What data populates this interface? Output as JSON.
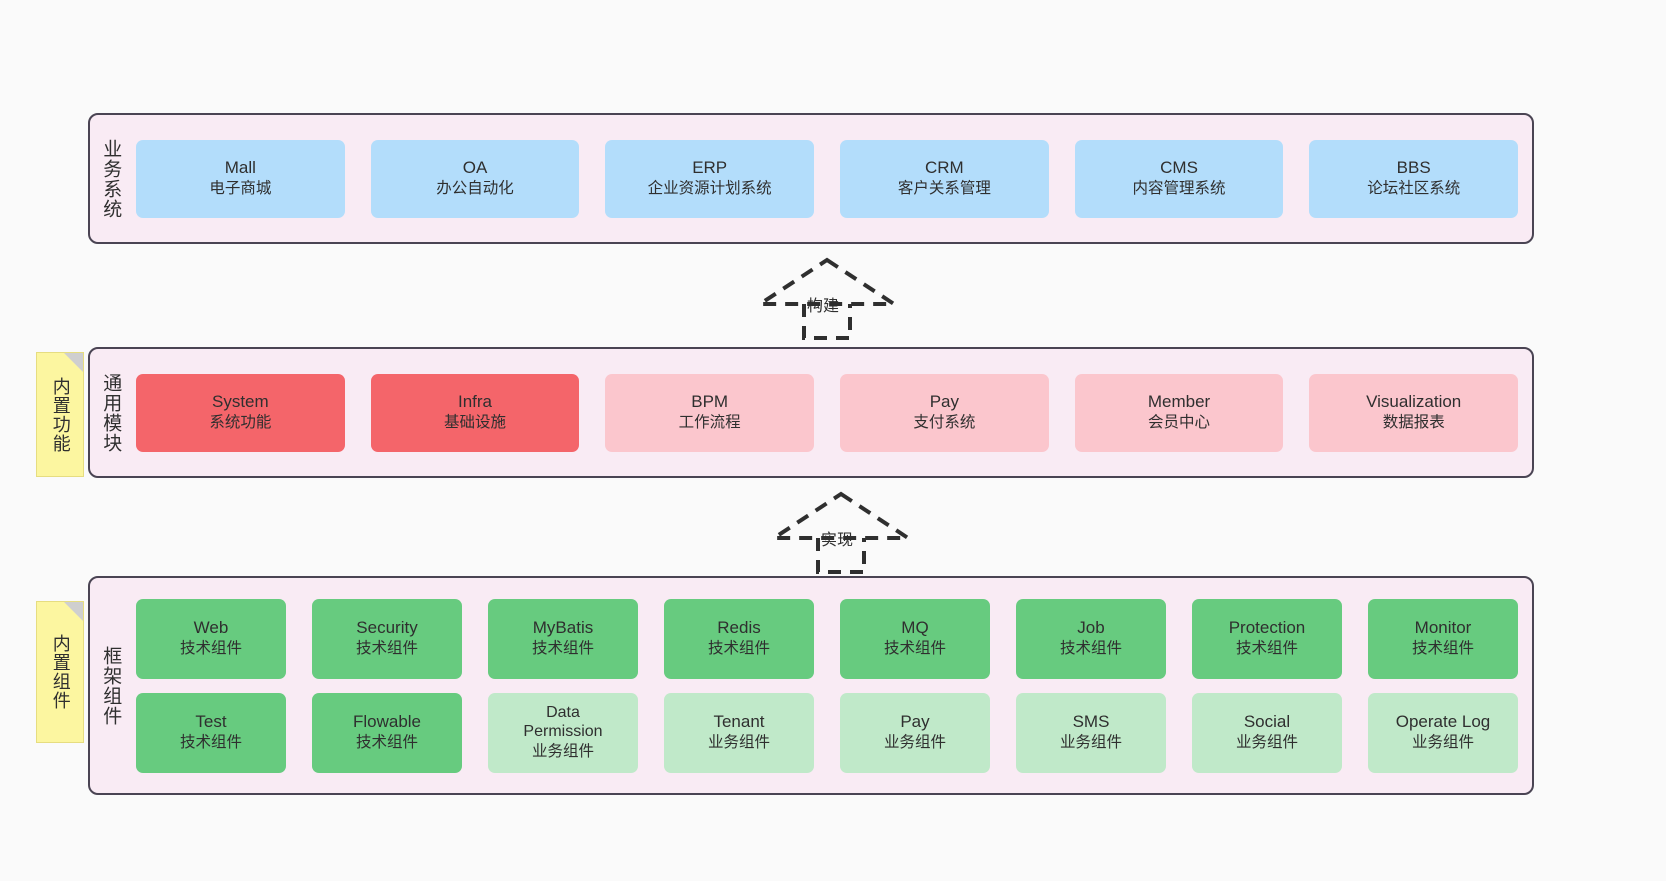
{
  "theme": {
    "background": "#fafafa",
    "panel_fill": "#f9ebf4",
    "panel_border": "#4a4453",
    "note_fill": "#fcf6a0",
    "blue": "#b3ddfb",
    "red": "#f4656a",
    "pink": "#fbc6cd",
    "green": "#67cb7f",
    "green_light": "#c0e9c9"
  },
  "notes": [
    {
      "text": "内置功能"
    },
    {
      "text": "内置组件"
    }
  ],
  "connectors": [
    {
      "label": "构建"
    },
    {
      "label": "实现"
    }
  ],
  "layers": [
    {
      "title": "业务系统",
      "rows": [
        {
          "cards": [
            {
              "en": "Mall",
              "cn": "电子商城",
              "color": "blue"
            },
            {
              "en": "OA",
              "cn": "办公自动化",
              "color": "blue"
            },
            {
              "en": "ERP",
              "cn": "企业资源计划系统",
              "color": "blue"
            },
            {
              "en": "CRM",
              "cn": "客户关系管理",
              "color": "blue"
            },
            {
              "en": "CMS",
              "cn": "内容管理系统",
              "color": "blue"
            },
            {
              "en": "BBS",
              "cn": "论坛社区系统",
              "color": "blue"
            }
          ]
        }
      ]
    },
    {
      "title": "通用模块",
      "rows": [
        {
          "cards": [
            {
              "en": "System",
              "cn": "系统功能",
              "color": "red"
            },
            {
              "en": "Infra",
              "cn": "基础设施",
              "color": "red"
            },
            {
              "en": "BPM",
              "cn": "工作流程",
              "color": "pink"
            },
            {
              "en": "Pay",
              "cn": "支付系统",
              "color": "pink"
            },
            {
              "en": "Member",
              "cn": "会员中心",
              "color": "pink"
            },
            {
              "en": "Visualization",
              "cn": "数据报表",
              "color": "pink"
            }
          ]
        }
      ]
    },
    {
      "title": "框架组件",
      "rows": [
        {
          "cards": [
            {
              "en": "Web",
              "cn": "技术组件",
              "color": "green"
            },
            {
              "en": "Security",
              "cn": "技术组件",
              "color": "green"
            },
            {
              "en": "MyBatis",
              "cn": "技术组件",
              "color": "green"
            },
            {
              "en": "Redis",
              "cn": "技术组件",
              "color": "green"
            },
            {
              "en": "MQ",
              "cn": "技术组件",
              "color": "green"
            },
            {
              "en": "Job",
              "cn": "技术组件",
              "color": "green"
            },
            {
              "en": "Protection",
              "cn": "技术组件",
              "color": "green"
            },
            {
              "en": "Monitor",
              "cn": "技术组件",
              "color": "green"
            }
          ]
        },
        {
          "cards": [
            {
              "en": "Test",
              "cn": "技术组件",
              "color": "green"
            },
            {
              "en": "Flowable",
              "cn": "技术组件",
              "color": "green"
            },
            {
              "en": "Data Permission",
              "cn": "业务组件",
              "color": "green-light"
            },
            {
              "en": "Tenant",
              "cn": "业务组件",
              "color": "green-light"
            },
            {
              "en": "Pay",
              "cn": "业务组件",
              "color": "green-light"
            },
            {
              "en": "SMS",
              "cn": "业务组件",
              "color": "green-light"
            },
            {
              "en": "Social",
              "cn": "业务组件",
              "color": "green-light"
            },
            {
              "en": "Operate Log",
              "cn": "业务组件",
              "color": "green-light"
            }
          ]
        }
      ]
    }
  ]
}
